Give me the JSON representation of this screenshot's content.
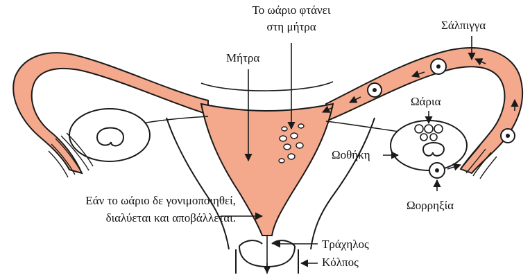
{
  "labels": {
    "ovum_reaches_uterus_line1": "Το ωάριο φτάνει",
    "ovum_reaches_uterus_line2": "στη μήτρα",
    "fallopian_tube": "Σάλπιγγα",
    "uterus": "Μήτρα",
    "ova": "Ωάρια",
    "ovary": "Ωοθήκη",
    "ovulation": "Ωορρηξία",
    "unfertilized_line1": "Εάν το ωάριο δε γονιμοποιηθεί,",
    "unfertilized_line2": "διαλύεται και αποβάλλεται.",
    "cervix": "Τράχηλος",
    "vagina": "Κόλπος"
  },
  "colors": {
    "tissue": "#f4a88c",
    "outline": "#1a1a1a",
    "ovary_fill": "#ffffff",
    "background": "#ffffff"
  }
}
